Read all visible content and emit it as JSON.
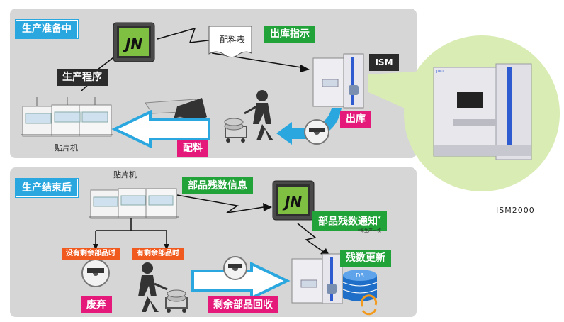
{
  "sections": {
    "top_title": "生产准备中",
    "bottom_title": "生产结束后"
  },
  "top": {
    "production_program": "生产程序",
    "bom": "配料表",
    "outbound_instruction": "出库指示",
    "ism": "ISM",
    "outbound": "出库",
    "feed": "配料",
    "mounter": "贴片机"
  },
  "bottom": {
    "mounter": "贴片机",
    "remaining_info": "部品残数信息",
    "remaining_notice": "部品残数通知",
    "note_mark": "*",
    "note_small": "*每生产一枚",
    "no_remaining": "没有剩余部品时",
    "has_remaining": "有剩余部品时",
    "discard": "废弃",
    "recover": "剩余部品回收",
    "update": "残数更新",
    "db": "DB"
  },
  "jn_logo": "JN",
  "product_label": "ISM2000",
  "colors": {
    "panel": "#d6d6d6",
    "blue_badge": "#2aa7df",
    "green_badge": "#22a33a",
    "pink_badge": "#e4197a",
    "orange_badge": "#f05a1e",
    "arrow_blue": "#2aa7df",
    "circle_bg": "#d9ecb4"
  }
}
